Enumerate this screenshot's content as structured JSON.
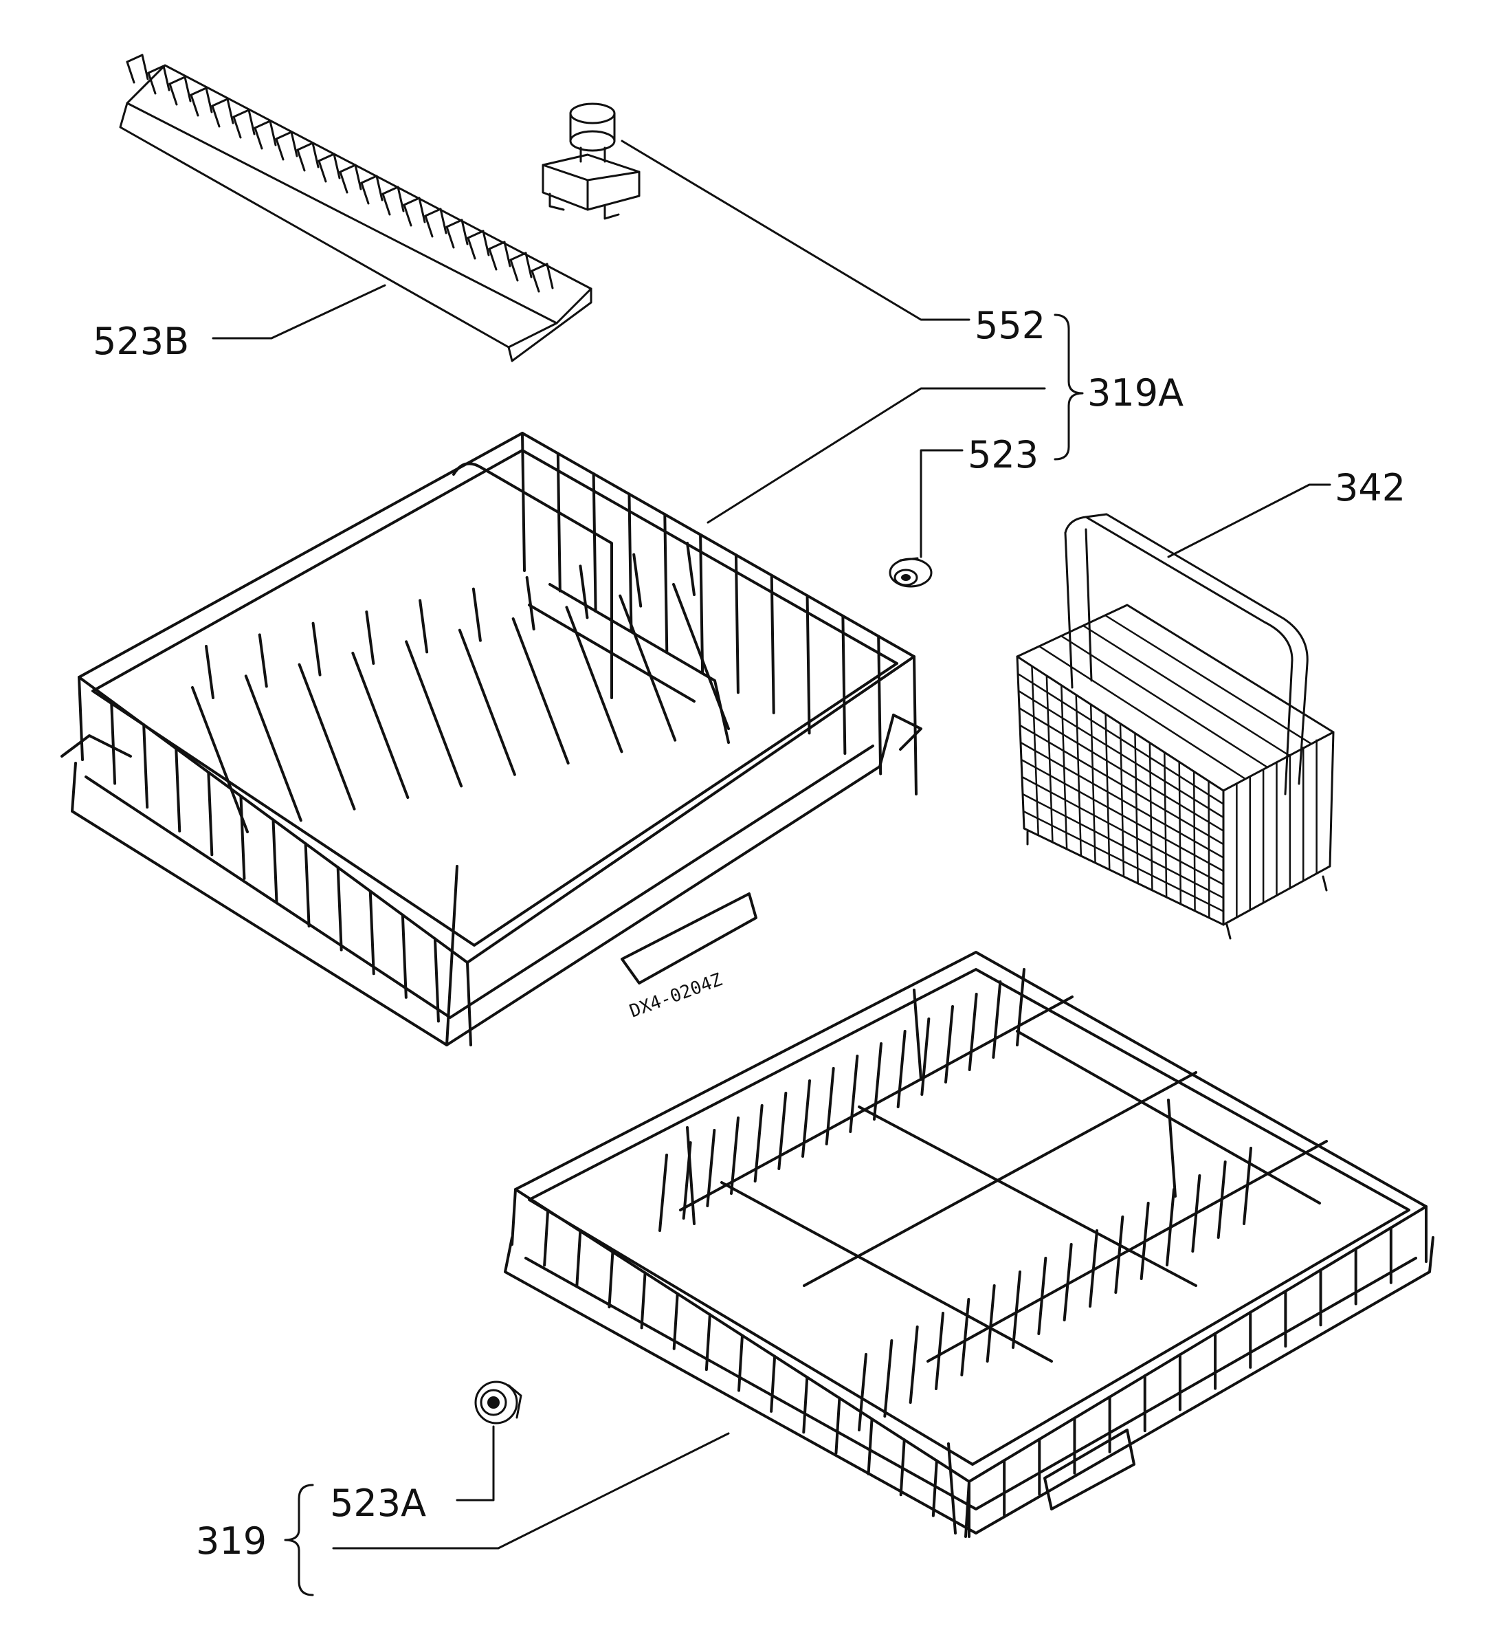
{
  "labels": {
    "l552": "552",
    "l319a": "319A",
    "l523": "523",
    "l342": "342",
    "l523b": "523B",
    "l523a": "523A",
    "l319": "319"
  },
  "drawing_code": "DX4-0204Z",
  "colors": {
    "ink": "#111111",
    "paper": "#ffffff"
  }
}
